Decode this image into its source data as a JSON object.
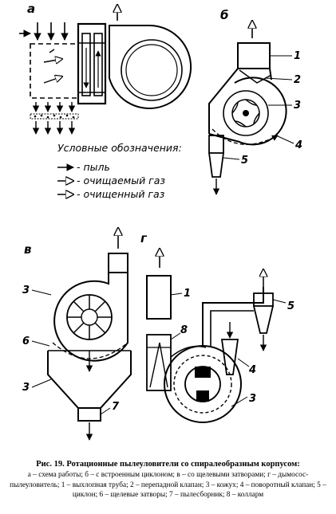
{
  "panels": {
    "a": "а",
    "b": "б",
    "v": "в",
    "g": "г"
  },
  "legend": {
    "title": "Условные обозначения:",
    "items": [
      {
        "label": "- пыль",
        "arrow": "dust-arrow-icon"
      },
      {
        "label": "- очищаемый газ",
        "arrow": "dirty-gas-arrow-icon"
      },
      {
        "label": "- очищенный газ",
        "arrow": "clean-gas-arrow-icon"
      }
    ]
  },
  "numbers": {
    "b": [
      "1",
      "2",
      "3",
      "4",
      "5"
    ],
    "v": [
      "3",
      "6",
      "3",
      "7"
    ],
    "g": [
      "1",
      "8",
      "5",
      "4",
      "3"
    ]
  },
  "caption": {
    "title": "Рис. 19. Ротационные пылеуловители со спиралеобразным корпусом:",
    "text": "а – схема работы; б – с встроенным циклоном; в – со щелевыми затворами; г – дымосос-пылеуловитель; 1 – выхлопная труба; 2 – перепадной клапан; 3 – кожух; 4 – поворотный клапан; 5 – циклон; 6 – щелевые затворы; 7 – пылесборник; 8 – колларм"
  }
}
